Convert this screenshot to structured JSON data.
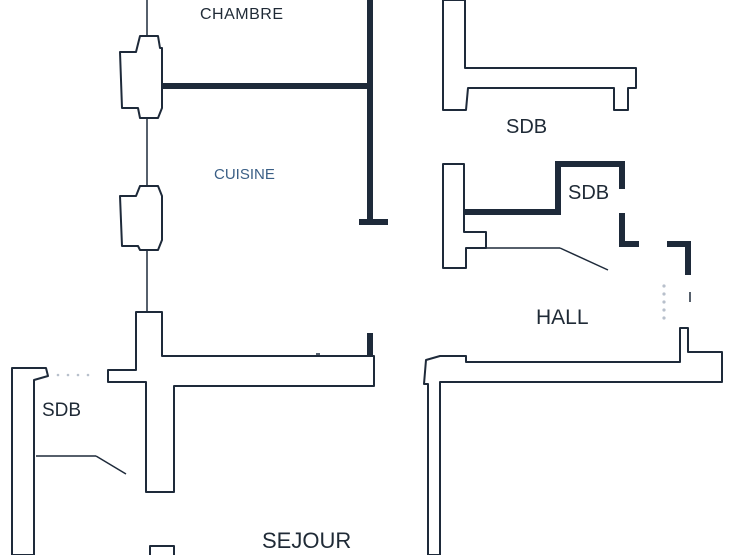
{
  "rooms": {
    "chambre": "CHAMBRE",
    "cuisine": "CUISINE",
    "sdb_upper": "SDB",
    "sdb_small": "SDB",
    "hall": "HALL",
    "sdb_left": "SDB",
    "sejour": "SEJOUR"
  },
  "colors": {
    "wall_stroke": "#1e2a3a",
    "cuisine_text": "#3a5f86",
    "text": "#1f2a36"
  }
}
